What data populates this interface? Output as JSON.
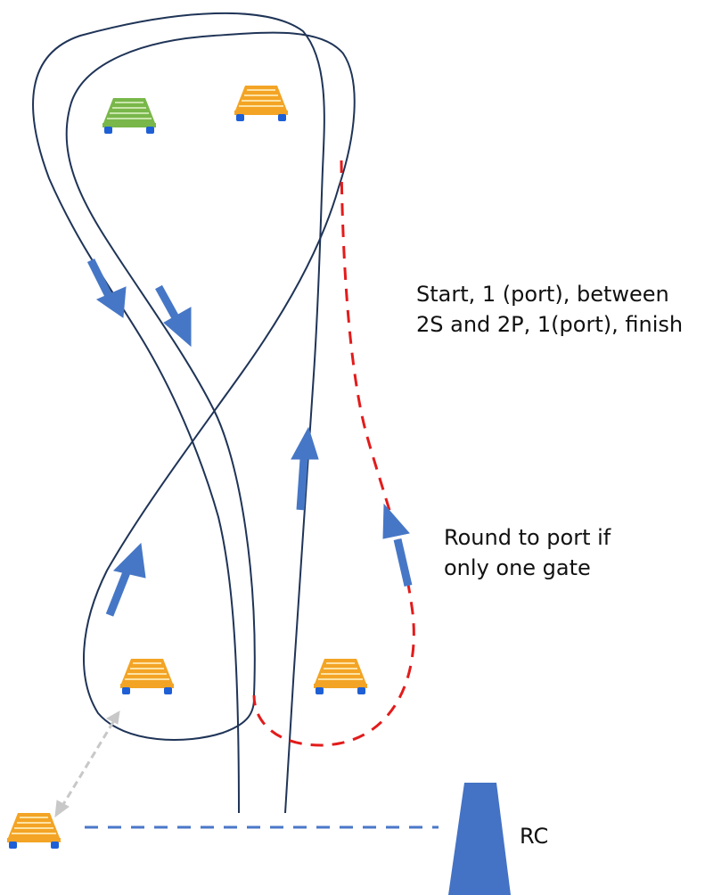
{
  "labels": {
    "route_line1": "Start, 1 (port), between",
    "route_line2": "2S and 2P, 1(port), finish",
    "gate_line1": "Round to port if",
    "gate_line2": "only one gate",
    "committee_boat": "RC"
  },
  "colors": {
    "course_line": "#1f3457",
    "arrow": "#4677c6",
    "alt_route": "#e31b1b",
    "start_line": "#4a77c8",
    "committee_boat": "#4472c4",
    "mark_orange": "#f3a425",
    "mark_stripe": "#fde2a4",
    "mark_green": "#79b74a",
    "mark_green_stripe": "#c9e5ac",
    "mark_base": "#1e5fd6",
    "pin_link": "#c8c8c8"
  },
  "icons": {
    "mark": "buoy-icon",
    "committee_boat": "committee-boat-icon"
  }
}
